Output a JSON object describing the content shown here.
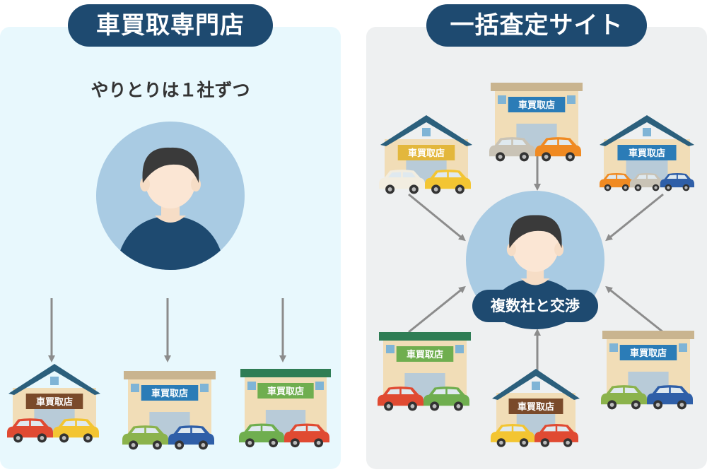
{
  "left": {
    "title": "車買取専門店",
    "subtitle": "やりとりは１社ずつ",
    "shops": [
      {
        "label": "車買取店"
      },
      {
        "label": "車買取店"
      },
      {
        "label": "車買取店"
      }
    ]
  },
  "right": {
    "title": "一括査定サイト",
    "center_label": "複数社と交渉",
    "shops": [
      {
        "label": "車買取店"
      },
      {
        "label": "車買取店"
      },
      {
        "label": "車買取店"
      },
      {
        "label": "車買取店"
      },
      {
        "label": "車買取店"
      },
      {
        "label": "車買取店"
      }
    ]
  },
  "colors": {
    "navy": "#1e4a70",
    "left_bg": "#e8f8fd",
    "right_bg": "#eef0f1",
    "arrow": "#8c8c8c",
    "avatar_bg": "#a9cbe3"
  }
}
